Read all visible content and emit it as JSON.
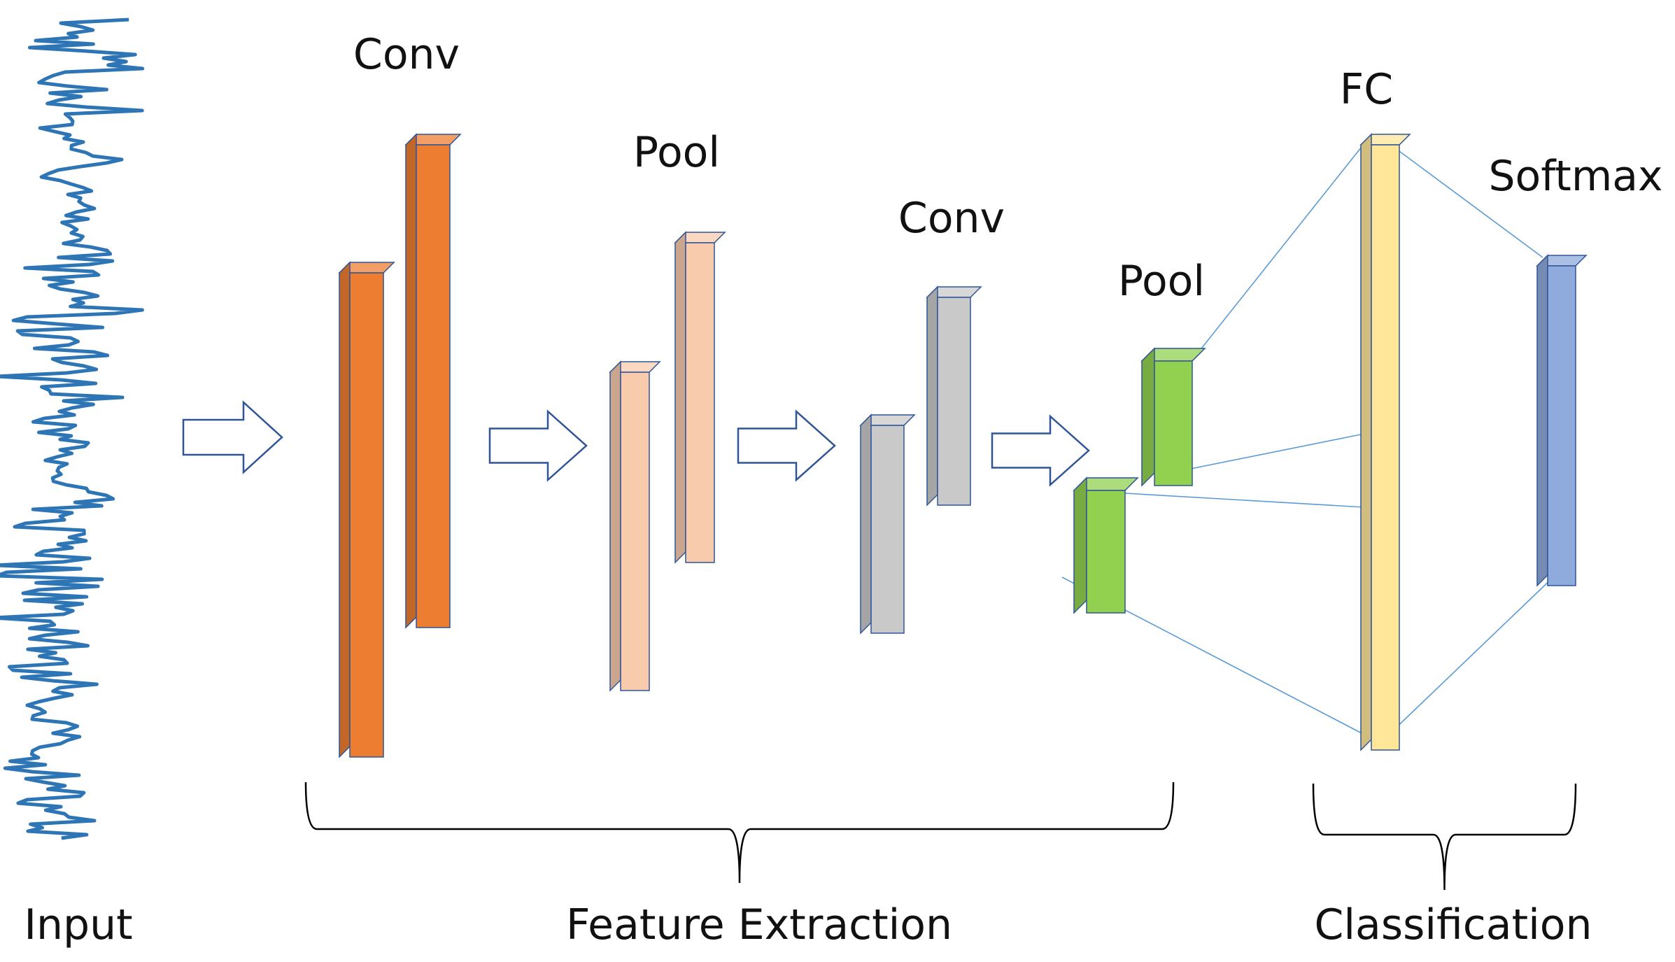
{
  "labels": {
    "conv1": "Conv",
    "pool1": "Pool",
    "conv2": "Conv",
    "pool2": "Pool",
    "fc": "FC",
    "softmax": "Softmax",
    "input": "Input",
    "feature_extraction": "Feature Extraction",
    "classification": "Classification"
  },
  "colors": {
    "signal": "#2E75B6",
    "conv1": "#ED7D31",
    "pool1": "#F8CBAD",
    "conv2": "#C9C9C9",
    "pool2": "#92D050",
    "fc": "#FFE699",
    "softmax": "#8FAADC",
    "edges": "#2F5597",
    "connections": "#5B9BD5",
    "arrow": "#2F5597",
    "brace": "#000000"
  }
}
